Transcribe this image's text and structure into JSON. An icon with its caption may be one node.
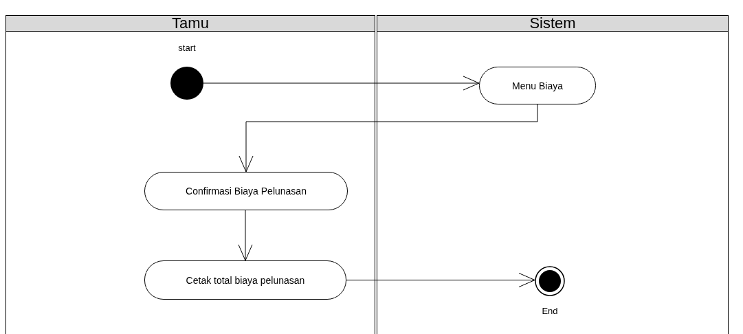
{
  "diagram": {
    "nodes": [
      {
        "text": [
          "Tamu"
        ]
      },
      {
        "text": [
          "Sistem"
        ]
      },
      {
        "text": [],
        "shape": "circle",
        "in": 0,
        "beside": [
          "start"
        ]
      },
      {
        "text": [
          "Menu Biaya"
        ],
        "in": 1
      },
      {
        "text": [
          "Confirmasi Biaya Pelunasan"
        ],
        "in": 0
      },
      {
        "text": [
          "Cetak total biaya pelunasan"
        ],
        "in": 0
      },
      {
        "text": [],
        "shape": "circle",
        "in": 1,
        "beside": [
          "End"
        ]
      }
    ],
    "edges": [
      {
        "from": 2,
        "to": 3,
        "arrow": "to"
      },
      {
        "from": 3,
        "to": 4,
        "arrow": "to"
      },
      {
        "from": 4,
        "to": 5,
        "arrow": "to"
      },
      {
        "from": 5,
        "to": 6,
        "arrow": "to"
      }
    ]
  }
}
